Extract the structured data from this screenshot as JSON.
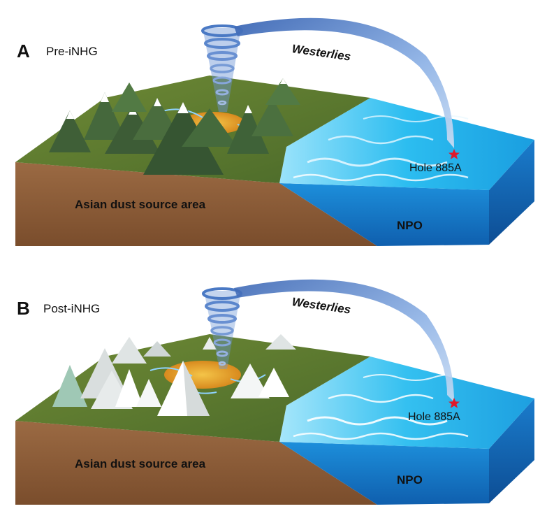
{
  "panels": [
    {
      "letter": "A",
      "subtitle": "Pre-iNHG",
      "wind_label": "Westerlies",
      "site_label": "Hole 885A",
      "land_label": "Asian dust source area",
      "ocean_label": "NPO",
      "snow_cover": "light"
    },
    {
      "letter": "B",
      "subtitle": "Post-iNHG",
      "wind_label": "Westerlies",
      "site_label": "Hole 885A",
      "land_label": "Asian dust source area",
      "ocean_label": "NPO",
      "snow_cover": "heavy"
    }
  ],
  "colors": {
    "soil": "#8a5a36",
    "grass": "#5d7a2f",
    "ocean_top": "#27b6ea",
    "ocean_side": "#1678c9",
    "dust": "#e5a22c",
    "site_star": "#e0192b",
    "arrow": "#5b87c9"
  }
}
